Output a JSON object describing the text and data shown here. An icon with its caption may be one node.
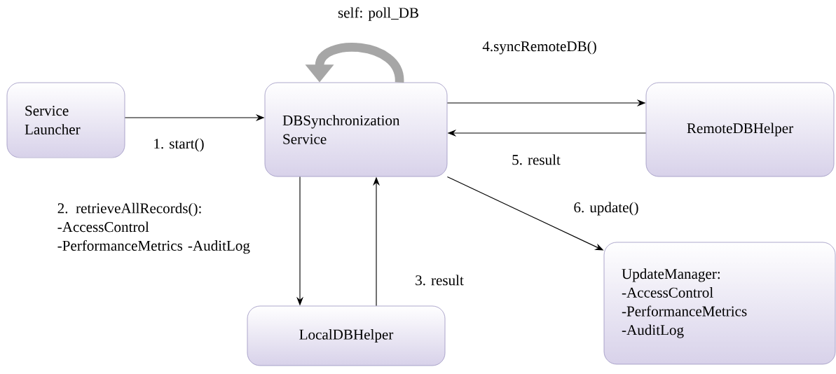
{
  "diagram": {
    "nodes": [
      {
        "text": [
          "Service Launcher"
        ]
      },
      {
        "text": [
          "DBSynchronization Service"
        ]
      },
      {
        "text": [
          "RemoteDBHelper"
        ]
      },
      {
        "text": [
          "LocalDBHelper"
        ]
      },
      {
        "text": [
          "UpdateManager:",
          "-AccessControl",
          "-PerformanceMetrics",
          "-AuditLog"
        ]
      }
    ],
    "edges": [
      {
        "from": 1,
        "to": 1,
        "arrow": "to",
        "label": "self: poll_DB",
        "style": "thick",
        "color": "#a6a6a6"
      },
      {
        "from": 0,
        "to": 1,
        "arrow": "to",
        "label": "1. start()"
      },
      {
        "from": 1,
        "to": 3,
        "arrow": "to",
        "label": "2. retrieveAllRecords(): -AccessControl -PerformanceMetrics -AuditLog"
      },
      {
        "from": 3,
        "to": 1,
        "arrow": "to",
        "label": "3. result"
      },
      {
        "from": 1,
        "to": 2,
        "arrow": "to",
        "label": "4.syncRemoteDB()"
      },
      {
        "from": 2,
        "to": 1,
        "arrow": "to",
        "label": "5. result"
      },
      {
        "from": 1,
        "to": 4,
        "arrow": "to",
        "label": "6. update()"
      }
    ]
  }
}
